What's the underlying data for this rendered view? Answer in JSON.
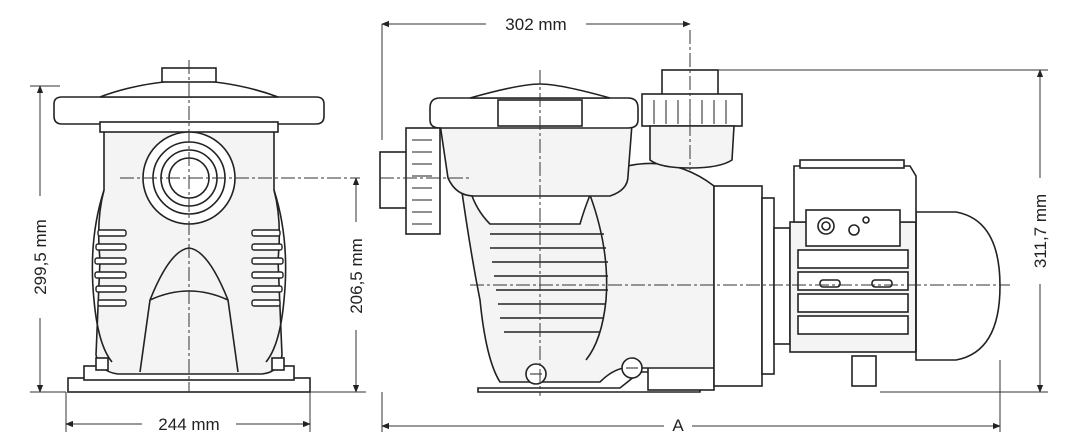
{
  "dimensions": {
    "top_width": "302 mm",
    "left_height": "299,5 mm",
    "inlet_height": "206,5 mm",
    "right_height": "311,7 mm",
    "base_width": "244 mm",
    "overall_length": "A"
  }
}
